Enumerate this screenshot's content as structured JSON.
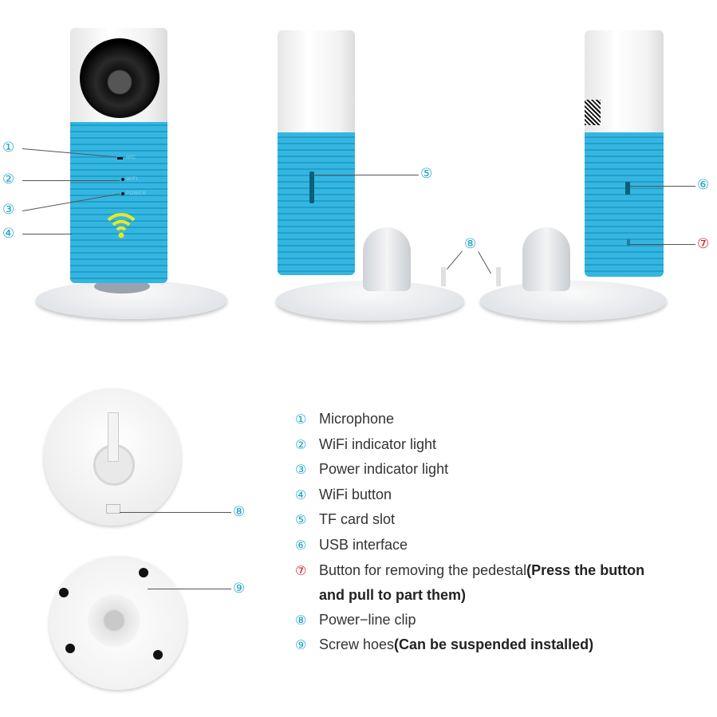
{
  "device_labels": {
    "mic": "MIC",
    "wifi": "WIFI",
    "power": "POWER"
  },
  "callouts": [
    "①",
    "②",
    "③",
    "④",
    "⑤",
    "⑥",
    "⑦",
    "⑧",
    "⑧",
    "⑨"
  ],
  "legend": [
    {
      "num": "①",
      "label": "Microphone",
      "bold": ""
    },
    {
      "num": "②",
      "label": "WiFi indicator light",
      "bold": ""
    },
    {
      "num": "③",
      "label": "Power indicator light",
      "bold": ""
    },
    {
      "num": "④",
      "label": "WiFi button",
      "bold": ""
    },
    {
      "num": "⑤",
      "label": "TF card slot",
      "bold": ""
    },
    {
      "num": "⑥",
      "label": "USB interface",
      "bold": ""
    },
    {
      "num": "⑦",
      "label": "Button for removing the pedestal",
      "bold": "(Press the button",
      "bold2": "and pull to part them)"
    },
    {
      "num": "⑧",
      "label": "Power−line clip",
      "bold": ""
    },
    {
      "num": "⑨",
      "label": "Screw hoes",
      "bold": "(Can be suspended installed)"
    }
  ],
  "colors": {
    "accent": "#1aa3c8",
    "warning": "#d01c1c",
    "body_blue": "#35b6e0"
  }
}
